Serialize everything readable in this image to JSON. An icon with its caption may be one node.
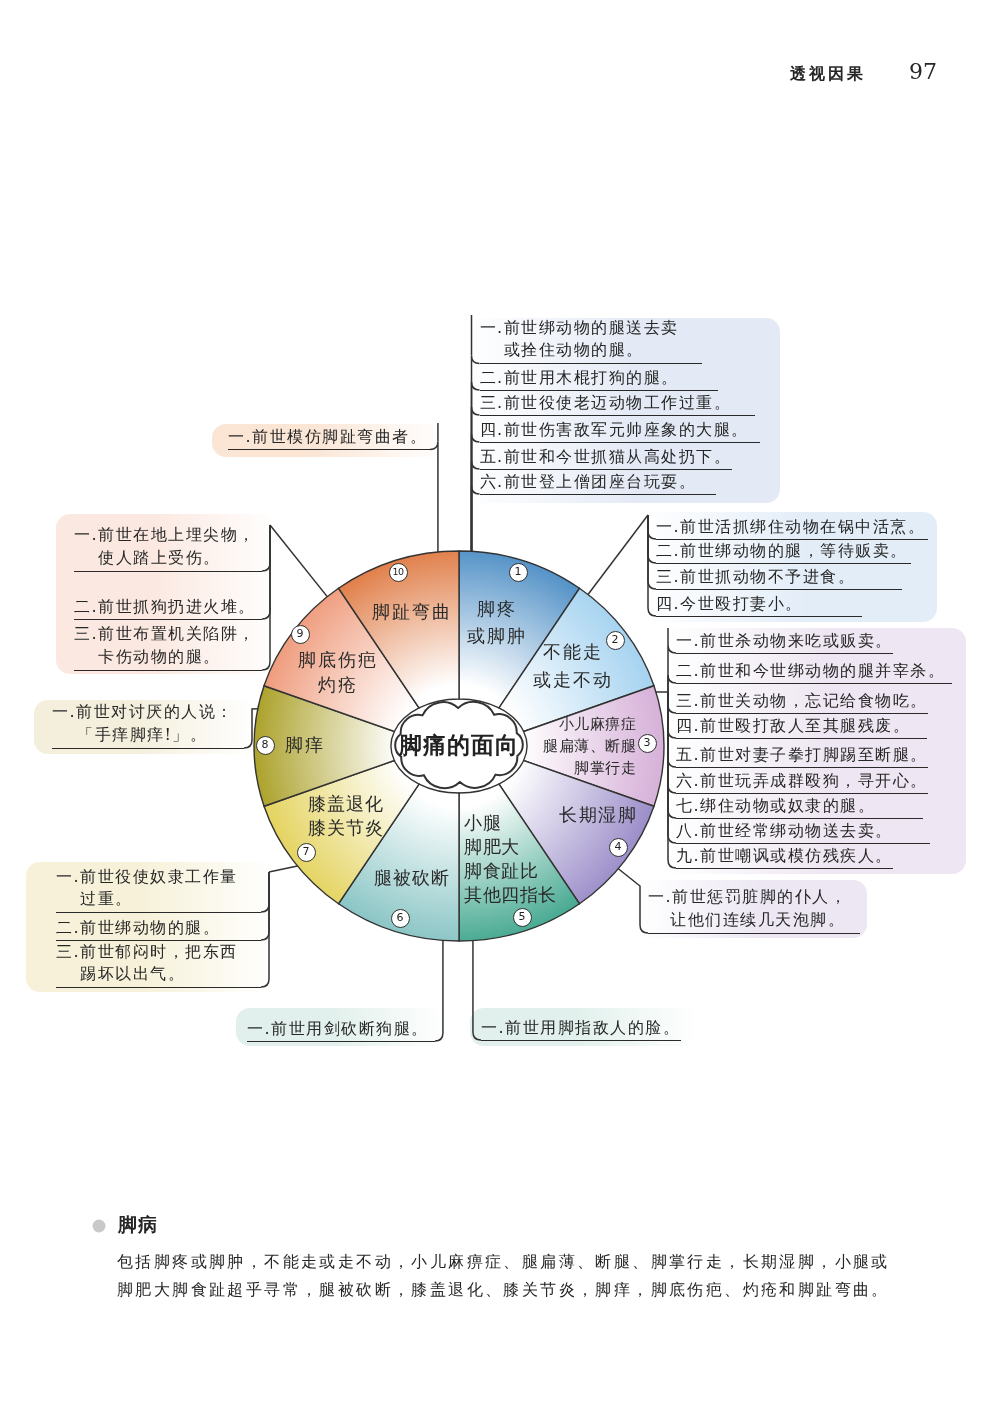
{
  "diagram": {
    "nodes": [
      {
        "text": [
          "脚痛的面向"
        ]
      },
      {
        "text": [
          "1",
          "脚疼或脚肿"
        ]
      },
      {
        "text": [
          "2",
          "不能走或走不动"
        ]
      },
      {
        "text": [
          "小儿麻痹症腿扁薄、断腿脚掌行走",
          "3"
        ]
      },
      {
        "text": [
          "长期湿脚",
          "4"
        ]
      },
      {
        "text": [
          "小腿脚肥大脚食趾比其他四指长",
          "5"
        ]
      },
      {
        "text": [
          "腿被砍断",
          "6"
        ]
      },
      {
        "text": [
          "膝盖退化膝关节炎",
          "7"
        ]
      },
      {
        "text": [
          "8",
          "脚痒"
        ]
      },
      {
        "text": [
          "9",
          "脚底伤疤灼疮"
        ]
      },
      {
        "text": [
          "10",
          "脚趾弯曲"
        ]
      },
      {
        "text": [
          "一.前世绑动物的腿送去卖或拴住动物的腿。"
        ]
      },
      {
        "text": [
          "二.前世用木棍打狗的腿。"
        ]
      },
      {
        "text": [
          "三.前世役使老迈动物工作过重。"
        ]
      },
      {
        "text": [
          "四.前世伤害敌军元帅座象的大腿。"
        ]
      },
      {
        "text": [
          "五.前世和今世抓猫从高处扔下。"
        ]
      },
      {
        "text": [
          "六.前世登上僧团座台玩耍。"
        ]
      },
      {
        "text": [
          "一.前世活抓绑住动物在锅中活烹。"
        ]
      },
      {
        "text": [
          "二.前世绑动物的腿，等待贩卖。"
        ]
      },
      {
        "text": [
          "三.前世抓动物不予进食。"
        ]
      },
      {
        "text": [
          "四.今世殴打妻小。"
        ]
      },
      {
        "text": [
          "一.前世杀动物来吃或贩卖。"
        ]
      },
      {
        "text": [
          "二.前世和今世绑动物的腿并宰杀。"
        ]
      },
      {
        "text": [
          "三.前世关动物，忘记给食物吃。"
        ]
      },
      {
        "text": [
          "四.前世殴打敌人至其腿残废。"
        ]
      },
      {
        "text": [
          "五.前世对妻子拳打脚踢至断腿。"
        ]
      },
      {
        "text": [
          "六.前世玩弄成群殴狗，寻开心。"
        ]
      },
      {
        "text": [
          "七.绑住动物或奴隶的腿。"
        ]
      },
      {
        "text": [
          "八.前世经常绑动物送去卖。"
        ]
      },
      {
        "text": [
          "九.前世嘲讽或模仿残疾人。"
        ]
      },
      {
        "text": [
          "一.前世惩罚脏脚的仆人，让他们连续几天泡脚。"
        ]
      },
      {
        "text": [
          "一.前世用脚指敌人的脸。"
        ]
      },
      {
        "text": [
          "一.前世用剑砍断狗腿。"
        ]
      },
      {
        "text": [
          "一.前世役使奴隶工作量过重。"
        ]
      },
      {
        "text": [
          "二.前世绑动物的腿。"
        ]
      },
      {
        "text": [
          "三.前世郁闷时，把东西踢坏以出气。"
        ]
      },
      {
        "text": [
          "一.前世对讨厌的人说：「手痒脚痒!」。"
        ]
      },
      {
        "text": [
          "一.前世在地上埋尖物，使人踏上受伤。"
        ]
      },
      {
        "text": [
          "二.前世抓狗扔进火堆。"
        ]
      },
      {
        "text": [
          "三.前世布置机关陷阱，卡伤动物的腿。"
        ]
      },
      {
        "text": [
          "一.前世模仿脚趾弯曲者。"
        ]
      }
    ],
    "edges": [
      {
        "from": 1,
        "to": 11,
        "arrow": "none"
      },
      {
        "from": 1,
        "to": 12,
        "arrow": "none"
      },
      {
        "from": 1,
        "to": 13,
        "arrow": "none"
      },
      {
        "from": 1,
        "to": 14,
        "arrow": "none"
      },
      {
        "from": 1,
        "to": 15,
        "arrow": "none"
      },
      {
        "from": 1,
        "to": 16,
        "arrow": "none"
      },
      {
        "from": 2,
        "to": 17,
        "arrow": "none"
      },
      {
        "from": 2,
        "to": 18,
        "arrow": "none"
      },
      {
        "from": 2,
        "to": 19,
        "arrow": "none"
      },
      {
        "from": 2,
        "to": 20,
        "arrow": "none"
      },
      {
        "from": 3,
        "to": 21,
        "arrow": "none"
      },
      {
        "from": 3,
        "to": 22,
        "arrow": "none"
      },
      {
        "from": 3,
        "to": 23,
        "arrow": "none"
      },
      {
        "from": 3,
        "to": 24,
        "arrow": "none"
      },
      {
        "from": 3,
        "to": 25,
        "arrow": "none"
      },
      {
        "from": 3,
        "to": 26,
        "arrow": "none"
      },
      {
        "from": 3,
        "to": 27,
        "arrow": "none"
      },
      {
        "from": 3,
        "to": 28,
        "arrow": "none"
      },
      {
        "from": 3,
        "to": 29,
        "arrow": "none"
      },
      {
        "from": 4,
        "to": 30,
        "arrow": "none"
      },
      {
        "from": 5,
        "to": 31,
        "arrow": "none"
      },
      {
        "from": 6,
        "to": 32,
        "arrow": "none"
      },
      {
        "from": 7,
        "to": 33,
        "arrow": "none"
      },
      {
        "from": 7,
        "to": 34,
        "arrow": "none"
      },
      {
        "from": 7,
        "to": 35,
        "arrow": "none"
      },
      {
        "from": 8,
        "to": 36,
        "arrow": "none"
      },
      {
        "from": 9,
        "to": 37,
        "arrow": "none"
      },
      {
        "from": 9,
        "to": 38,
        "arrow": "none"
      },
      {
        "from": 9,
        "to": 39,
        "arrow": "none"
      },
      {
        "from": 10,
        "to": 40,
        "arrow": "none"
      }
    ],
    "labels": [
      "透视因果",
      "97",
      "脚病",
      "包括脚疼或脚肿，不能走或走不动，小儿麻痹症、腿扁薄、断腿、脚掌行走，长期湿脚，小腿或脚肥大脚食趾超乎寻常，腿被砍断，膝盖退化、膝关节炎，脚痒，脚底伤疤、灼疮和脚趾弯曲。"
    ]
  }
}
